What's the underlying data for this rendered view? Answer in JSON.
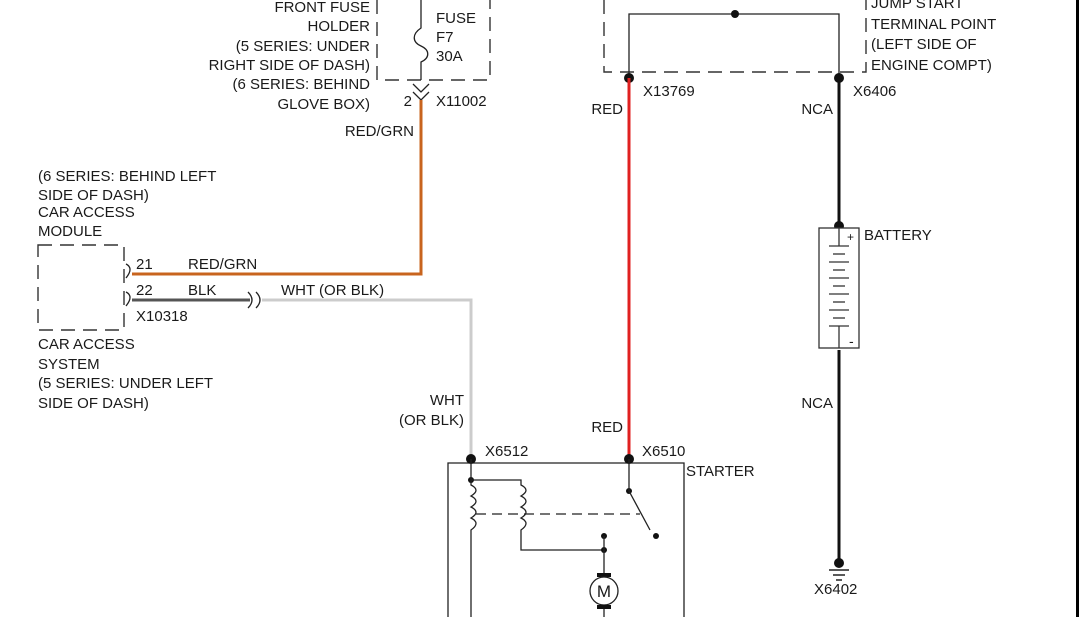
{
  "colors": {
    "wire_red": "#e02020",
    "wire_red_grn": "#c8641e",
    "wire_wht": "#cccccc",
    "wire_blk": "#555555",
    "wire_nca": "#111111"
  },
  "fuse_holder": {
    "line1": "FRONT FUSE",
    "line2": "HOLDER",
    "line3": "(5 SERIES: UNDER",
    "line4": "RIGHT SIDE OF DASH)",
    "line5": "(6 SERIES: BEHIND",
    "line6": "GLOVE BOX)",
    "fuse_label": "FUSE",
    "fuse_id": "F7",
    "fuse_rating": "30A",
    "pin": "2",
    "connector": "X11002",
    "wire_label": "RED/GRN"
  },
  "car_access_module": {
    "line1": "(6 SERIES: BEHIND LEFT",
    "line2": "SIDE OF DASH)",
    "line3": "CAR ACCESS",
    "line4": "MODULE",
    "pin_21": "21",
    "pin_22": "22",
    "wire_21": "RED/GRN",
    "wire_22": "BLK",
    "connector": "X10318",
    "wire_wht": "WHT  (OR BLK)",
    "sys1": "CAR ACCESS",
    "sys2": "SYSTEM",
    "sys3": "(5 SERIES: UNDER LEFT",
    "sys4": "SIDE OF DASH)"
  },
  "jump_start": {
    "line1": "JUMP START",
    "line2": "TERMINAL POINT",
    "line3": "(LEFT SIDE OF",
    "line4": "ENGINE COMPT)",
    "connector_left": "X13769",
    "connector_right": "X6406"
  },
  "wires": {
    "red_top": "RED",
    "red_bottom": "RED",
    "nca_top": "NCA",
    "nca_bottom": "NCA",
    "wht_1": "WHT",
    "wht_2": "(OR BLK)"
  },
  "battery": {
    "label": "BATTERY",
    "plus": "+",
    "minus": "-"
  },
  "starter": {
    "label": "STARTER",
    "connector_1": "X6512",
    "connector_2": "X6510",
    "motor": "M"
  },
  "ground": {
    "connector": "X6402"
  }
}
